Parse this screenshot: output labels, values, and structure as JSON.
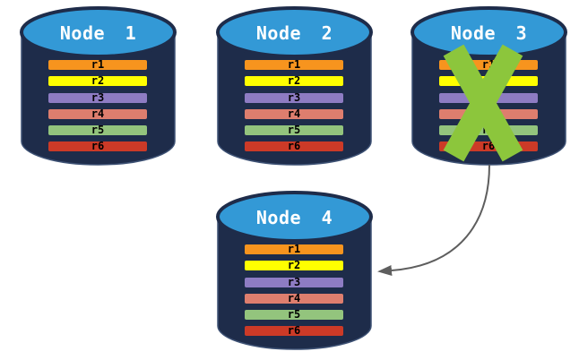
{
  "colors": {
    "background": "#FFFFFF",
    "cylinder_body": "#1E2C4A",
    "cylinder_outline": "#3D5174",
    "cylinder_top": "#3399D6",
    "title_text": "#FFFFFF",
    "row_text": "#000000",
    "row_border": "#1E2C4A",
    "fail_x": "#8CC63C",
    "arrow": "#5E5E5E"
  },
  "nodes": [
    {
      "title": "Node 1",
      "status": "online",
      "rows": [
        {
          "label": "r1",
          "color": "#F7941E"
        },
        {
          "label": "r2",
          "color": "#FFFF00"
        },
        {
          "label": "r3",
          "color": "#8E7CC3"
        },
        {
          "label": "r4",
          "color": "#DE7E6E"
        },
        {
          "label": "r5",
          "color": "#93C47D"
        },
        {
          "label": "r6",
          "color": "#CC3A27"
        }
      ]
    },
    {
      "title": "Node 2",
      "status": "online",
      "rows": [
        {
          "label": "r1",
          "color": "#F7941E"
        },
        {
          "label": "r2",
          "color": "#FFFF00"
        },
        {
          "label": "r3",
          "color": "#8E7CC3"
        },
        {
          "label": "r4",
          "color": "#DE7E6E"
        },
        {
          "label": "r5",
          "color": "#93C47D"
        },
        {
          "label": "r6",
          "color": "#CC3A27"
        }
      ]
    },
    {
      "title": "Node 3",
      "status": "failed",
      "rows": [
        {
          "label": "r1",
          "color": "#F7941E"
        },
        {
          "label": "r2",
          "color": "#FFFF00"
        },
        {
          "label": "r3",
          "color": "#8E7CC3"
        },
        {
          "label": "r4",
          "color": "#DE7E6E"
        },
        {
          "label": "r5",
          "color": "#93C47D"
        },
        {
          "label": "r6",
          "color": "#CC3A27"
        }
      ]
    },
    {
      "title": "Node 4",
      "status": "online",
      "rows": [
        {
          "label": "r1",
          "color": "#F7941E"
        },
        {
          "label": "r2",
          "color": "#FFFF00"
        },
        {
          "label": "r3",
          "color": "#8E7CC3"
        },
        {
          "label": "r4",
          "color": "#DE7E6E"
        },
        {
          "label": "r5",
          "color": "#93C47D"
        },
        {
          "label": "r6",
          "color": "#CC3A27"
        }
      ]
    }
  ],
  "annotations": {
    "failed_node": "Node 3",
    "arrow_from": "Node 3",
    "arrow_to": "Node 4"
  }
}
